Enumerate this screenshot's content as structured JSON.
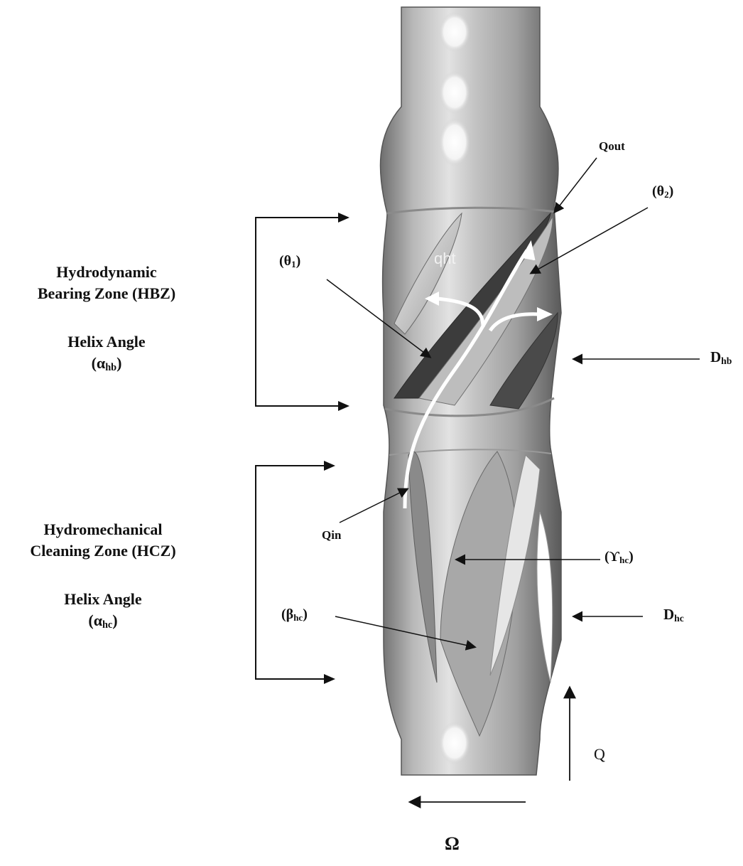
{
  "zones": {
    "hbz": {
      "title_line1": "Hydrodynamic",
      "title_line2": "Bearing Zone (HBZ)",
      "angle_title": "Helix Angle",
      "angle_symbol": "(α",
      "angle_sub": "hb",
      "angle_close": ")"
    },
    "hcz": {
      "title_line1": "Hydromechanical",
      "title_line2": "Cleaning Zone (HCZ)",
      "angle_title": "Helix Angle",
      "angle_symbol": "(α",
      "angle_sub": "hc",
      "angle_close": ")"
    }
  },
  "labels": {
    "q_out": "Qout",
    "q_in": "Qin",
    "q_ht": "qht",
    "theta1_open": "(θ",
    "theta1_sub": "1",
    "theta1_close": ")",
    "theta2_open": "(θ",
    "theta2_sub": "2",
    "theta2_close": ")",
    "d_hb_main": "D",
    "d_hb_sub": "hb",
    "d_hc_main": "D",
    "d_hc_sub": "hc",
    "gamma_open": "(ϒ",
    "gamma_sub": "hc",
    "gamma_close": ")",
    "beta_open": "(β",
    "beta_sub": "hc",
    "beta_close": ")",
    "flow_q": "Q",
    "omega": "Ω"
  }
}
